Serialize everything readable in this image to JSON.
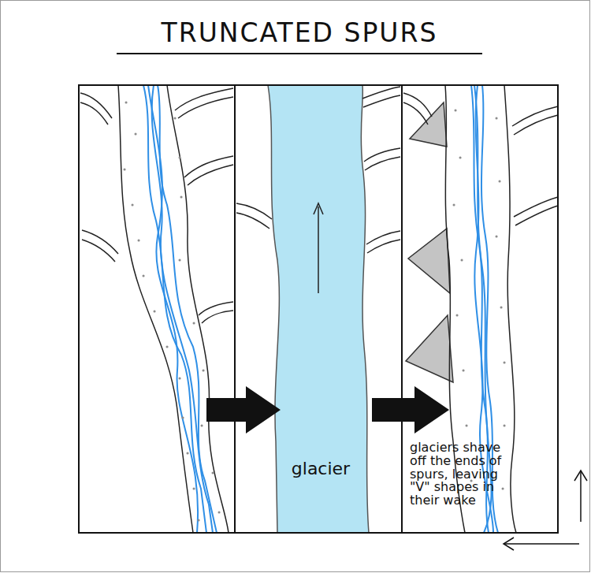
{
  "diagram": {
    "title": "TRUNCATED SPURS",
    "labels": [
      "glacier",
      "glaciers shave off the ends of spurs, leaving \"V\" shapes in their wake"
    ]
  }
}
